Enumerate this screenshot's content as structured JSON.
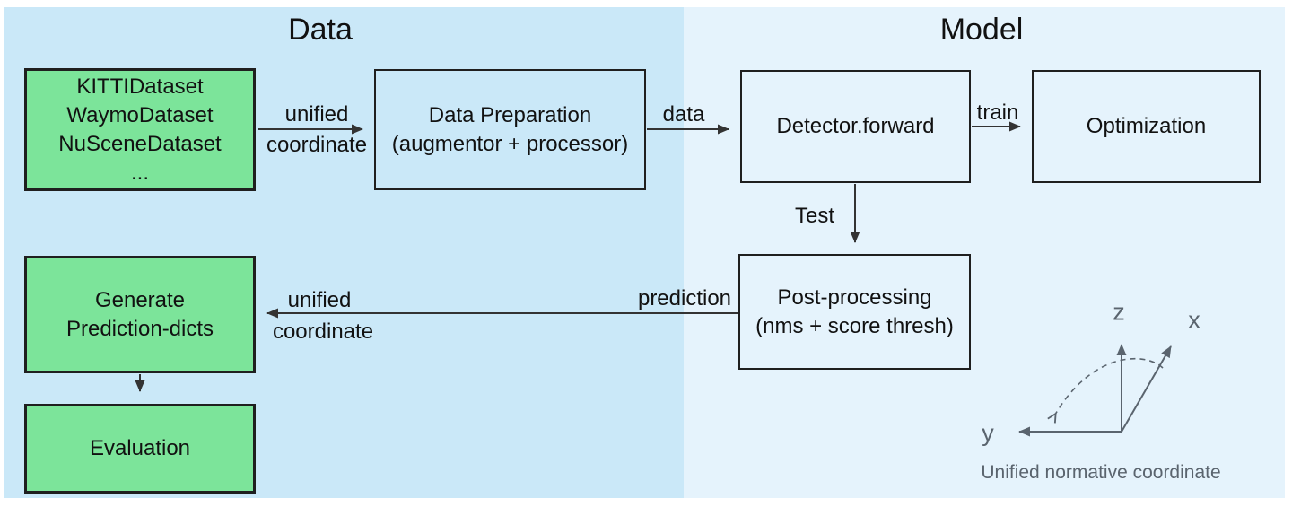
{
  "titles": {
    "left": "Data",
    "right": "Model"
  },
  "boxes": {
    "datasets": {
      "lines": [
        "KITTIDataset",
        "WaymoDataset",
        "NuSceneDataset",
        "..."
      ]
    },
    "data_preparation": {
      "lines": [
        "Data Preparation",
        "(augmentor + processor)"
      ]
    },
    "detector": {
      "label": "Detector.forward"
    },
    "optimization": {
      "label": "Optimization"
    },
    "post_processing": {
      "lines": [
        "Post-processing",
        "(nms + score thresh)"
      ]
    },
    "generate": {
      "lines": [
        "Generate",
        "Prediction-dicts"
      ]
    },
    "evaluation": {
      "label": "Evaluation"
    }
  },
  "arrow_labels": {
    "unified_top_1": "unified",
    "unified_top_2": "coordinate",
    "data": "data",
    "train": "train",
    "test": "Test",
    "prediction": "prediction",
    "unified_bottom_1": "unified",
    "unified_bottom_2": "coordinate"
  },
  "axes": {
    "z": "z",
    "x": "x",
    "y": "y",
    "caption": "Unified normative coordinate"
  },
  "colors": {
    "leftPanel": "#CAE8F8",
    "rightPanel": "#E5F3FC",
    "green": "#7CE49A",
    "border": "#1F1F1F",
    "arrow": "#333333",
    "gray": "#5A646E"
  }
}
